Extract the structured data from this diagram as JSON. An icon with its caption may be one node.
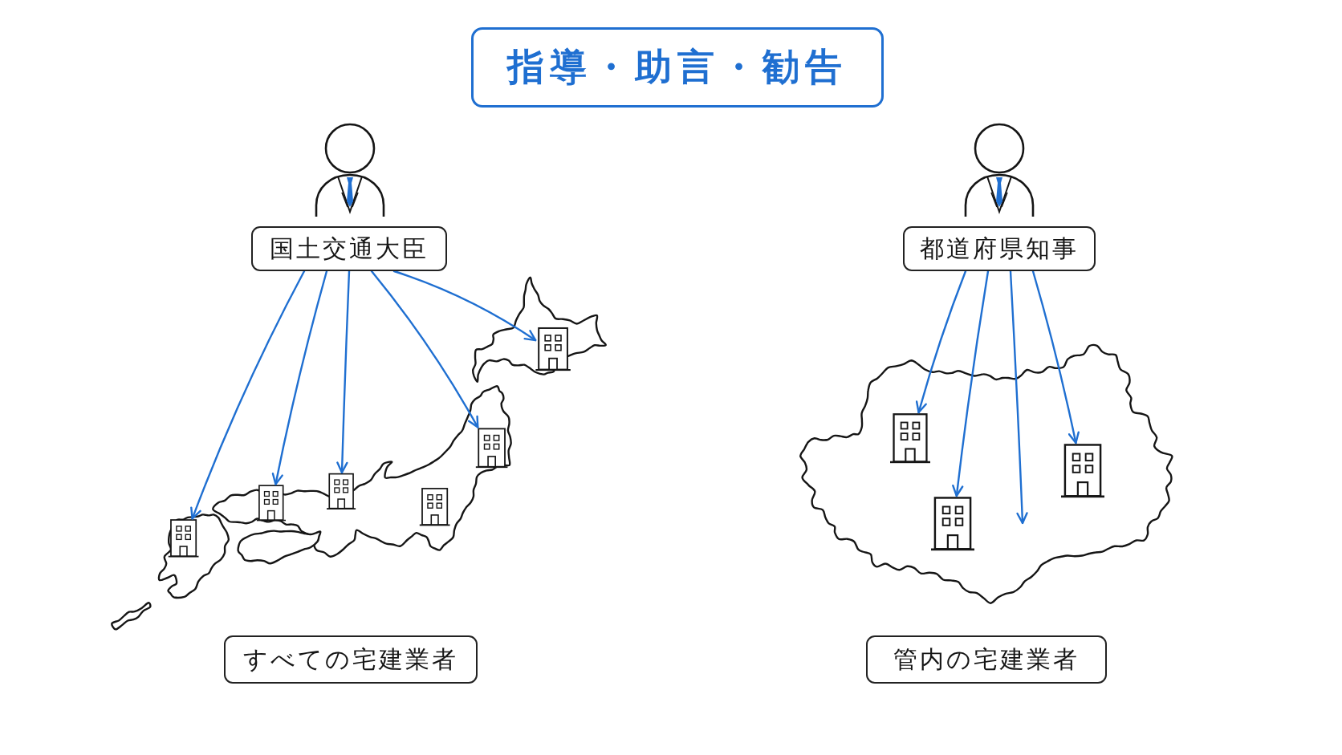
{
  "diagram": {
    "title": "指導・助言・勧告",
    "nodes": [
      {
        "text": [],
        "shape": "person"
      },
      {
        "text": [
          "国土交通大臣"
        ]
      },
      {
        "text": [],
        "shape": "person"
      },
      {
        "text": [
          "都道府県知事"
        ]
      },
      {
        "text": [],
        "shape": "map"
      },
      {
        "text": [],
        "shape": "building",
        "in": 4
      },
      {
        "text": [],
        "shape": "building",
        "in": 4
      },
      {
        "text": [],
        "shape": "building",
        "in": 4
      },
      {
        "text": [],
        "shape": "building",
        "in": 4
      },
      {
        "text": [],
        "shape": "building",
        "in": 4
      },
      {
        "text": [],
        "shape": "building",
        "in": 4
      },
      {
        "text": [],
        "shape": "map"
      },
      {
        "text": [],
        "shape": "building",
        "in": 11
      },
      {
        "text": [],
        "shape": "building",
        "in": 11
      },
      {
        "text": [],
        "shape": "building",
        "in": 11
      },
      {
        "text": [
          "すべての宅建業者"
        ]
      },
      {
        "text": [
          "管内の宅建業者"
        ]
      }
    ],
    "edges": [
      {
        "from": 1,
        "to": 5,
        "arrow": "to"
      },
      {
        "from": 1,
        "to": 6,
        "arrow": "to"
      },
      {
        "from": 1,
        "to": 7,
        "arrow": "to"
      },
      {
        "from": 1,
        "to": 9,
        "arrow": "to"
      },
      {
        "from": 1,
        "to": 10,
        "arrow": "to"
      },
      {
        "from": 3,
        "to": 12,
        "arrow": "to"
      },
      {
        "from": 3,
        "to": 13,
        "arrow": "to"
      },
      {
        "from": 3,
        "to": null,
        "arrow": "to"
      },
      {
        "from": 3,
        "to": 14,
        "arrow": "to"
      }
    ]
  }
}
